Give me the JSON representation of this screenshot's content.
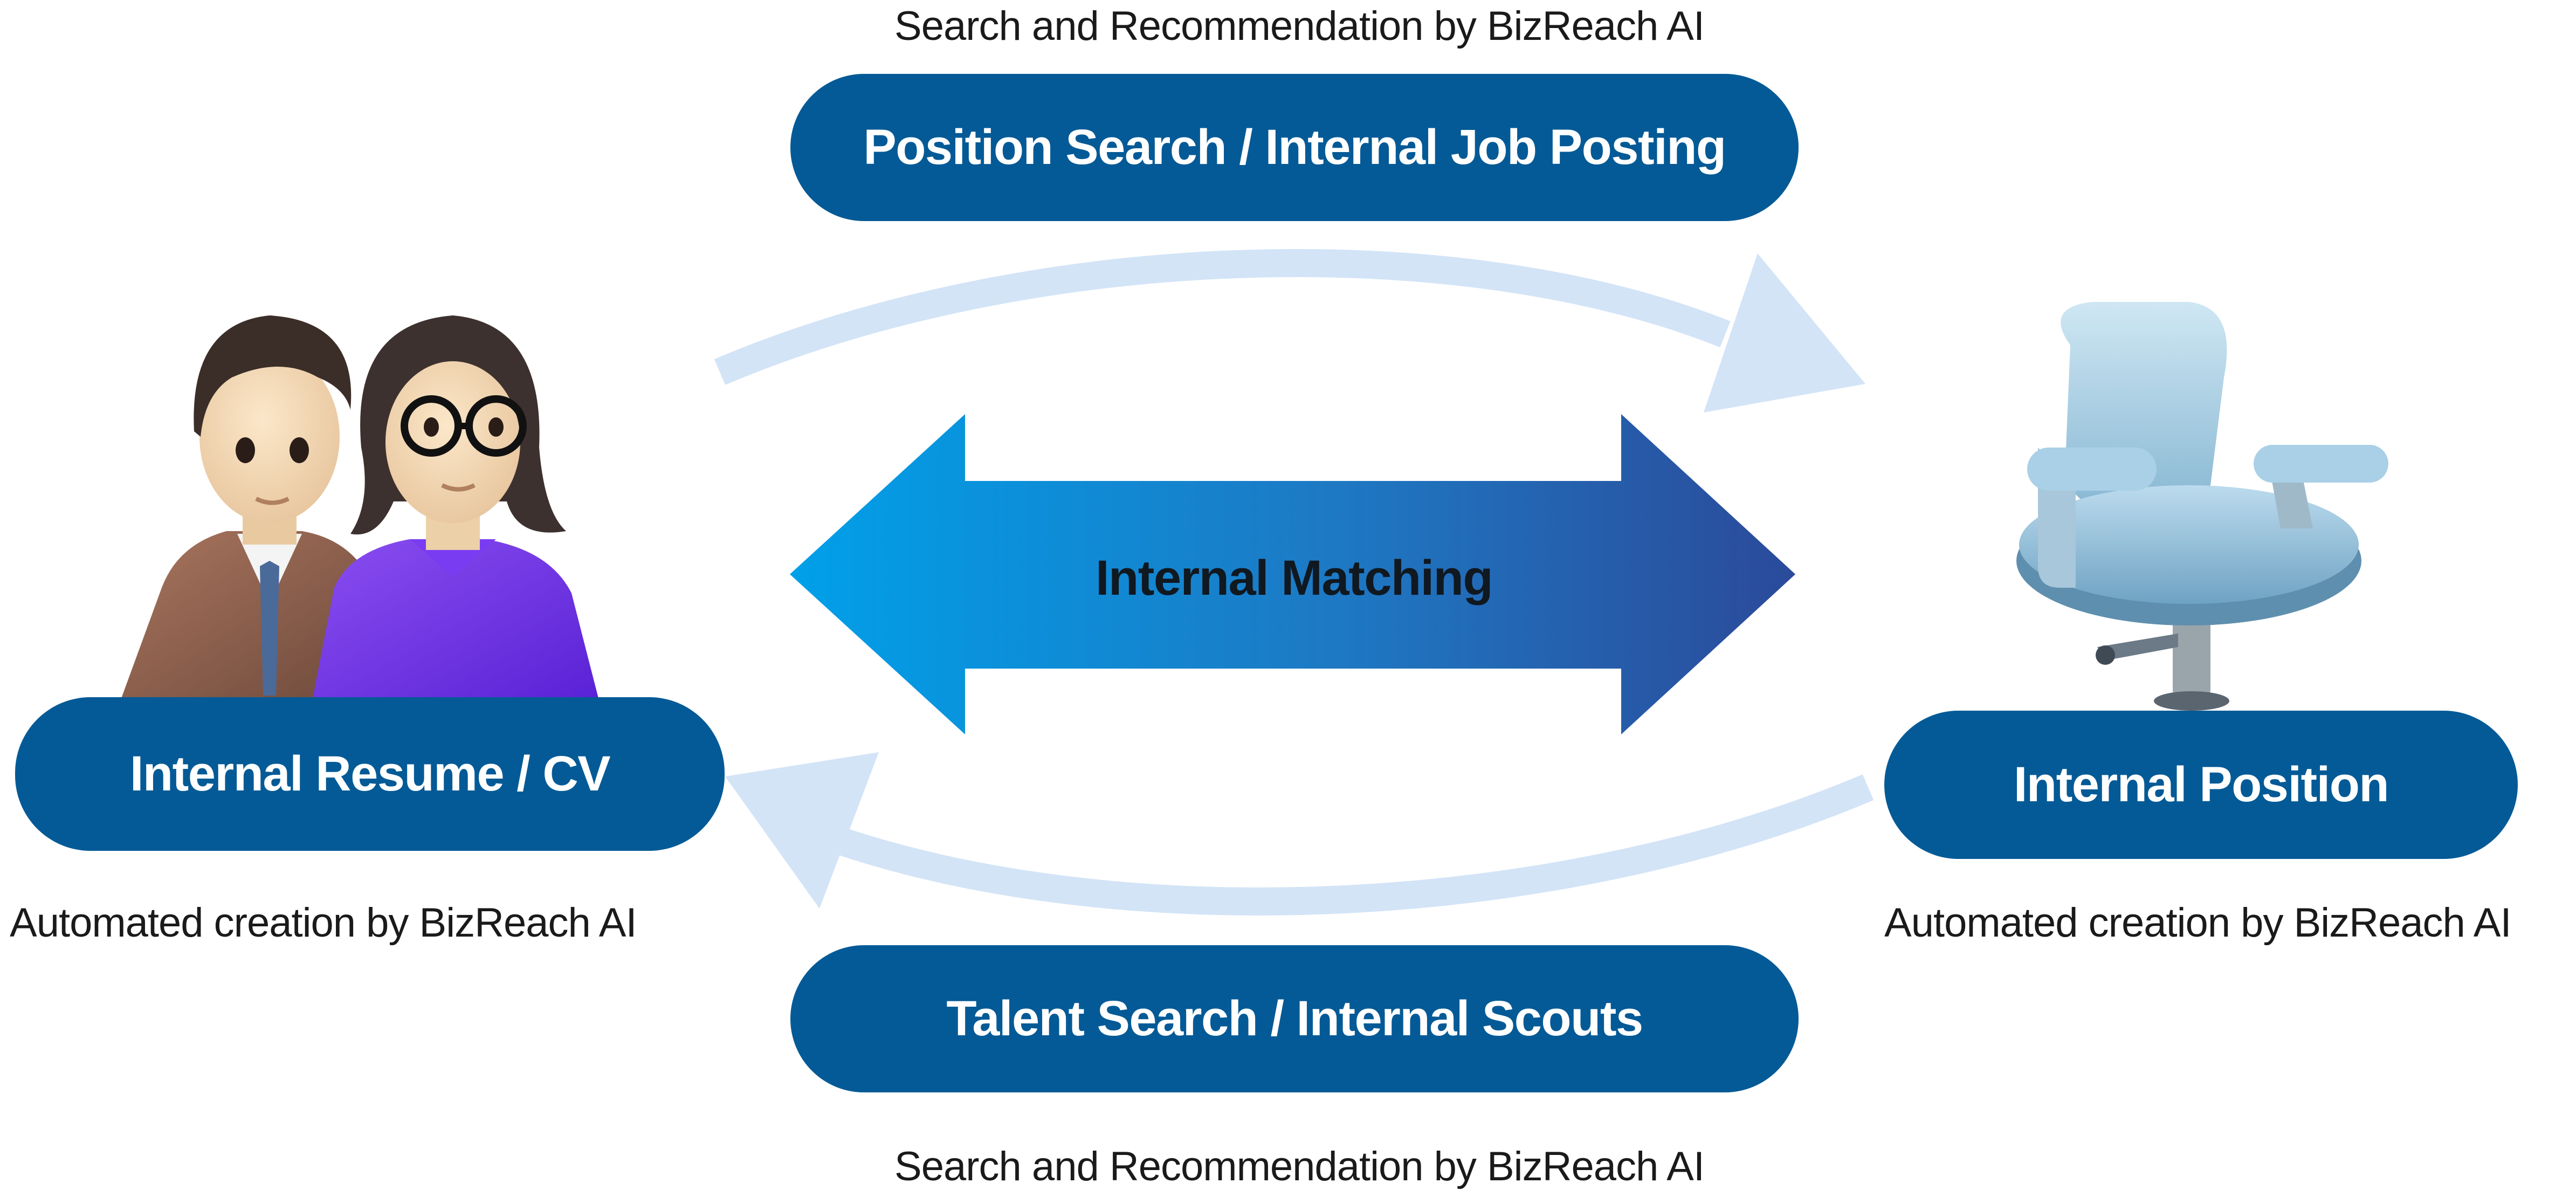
{
  "top_caption": "Search and Recommendation by BizReach AI",
  "bottom_caption": "Search and Recommendation by BizReach AI",
  "top_pill_label": "Position Search / Internal Job Posting",
  "bottom_pill_label": "Talent Search / Internal Scouts",
  "center_label": "Internal Matching",
  "left_pill_label": "Internal Resume / CV",
  "right_pill_label": "Internal Position",
  "left_caption": "Automated creation by BizReach AI",
  "right_caption": "Automated creation by BizReach AI",
  "icons": {
    "people": "people-illustration",
    "chair": "office-chair-illustration"
  },
  "colors": {
    "pill": "#045a96",
    "curved_arrow": "#d3e4f7",
    "double_arrow_start": "#00a0e9",
    "double_arrow_end": "#2b4a9a"
  }
}
